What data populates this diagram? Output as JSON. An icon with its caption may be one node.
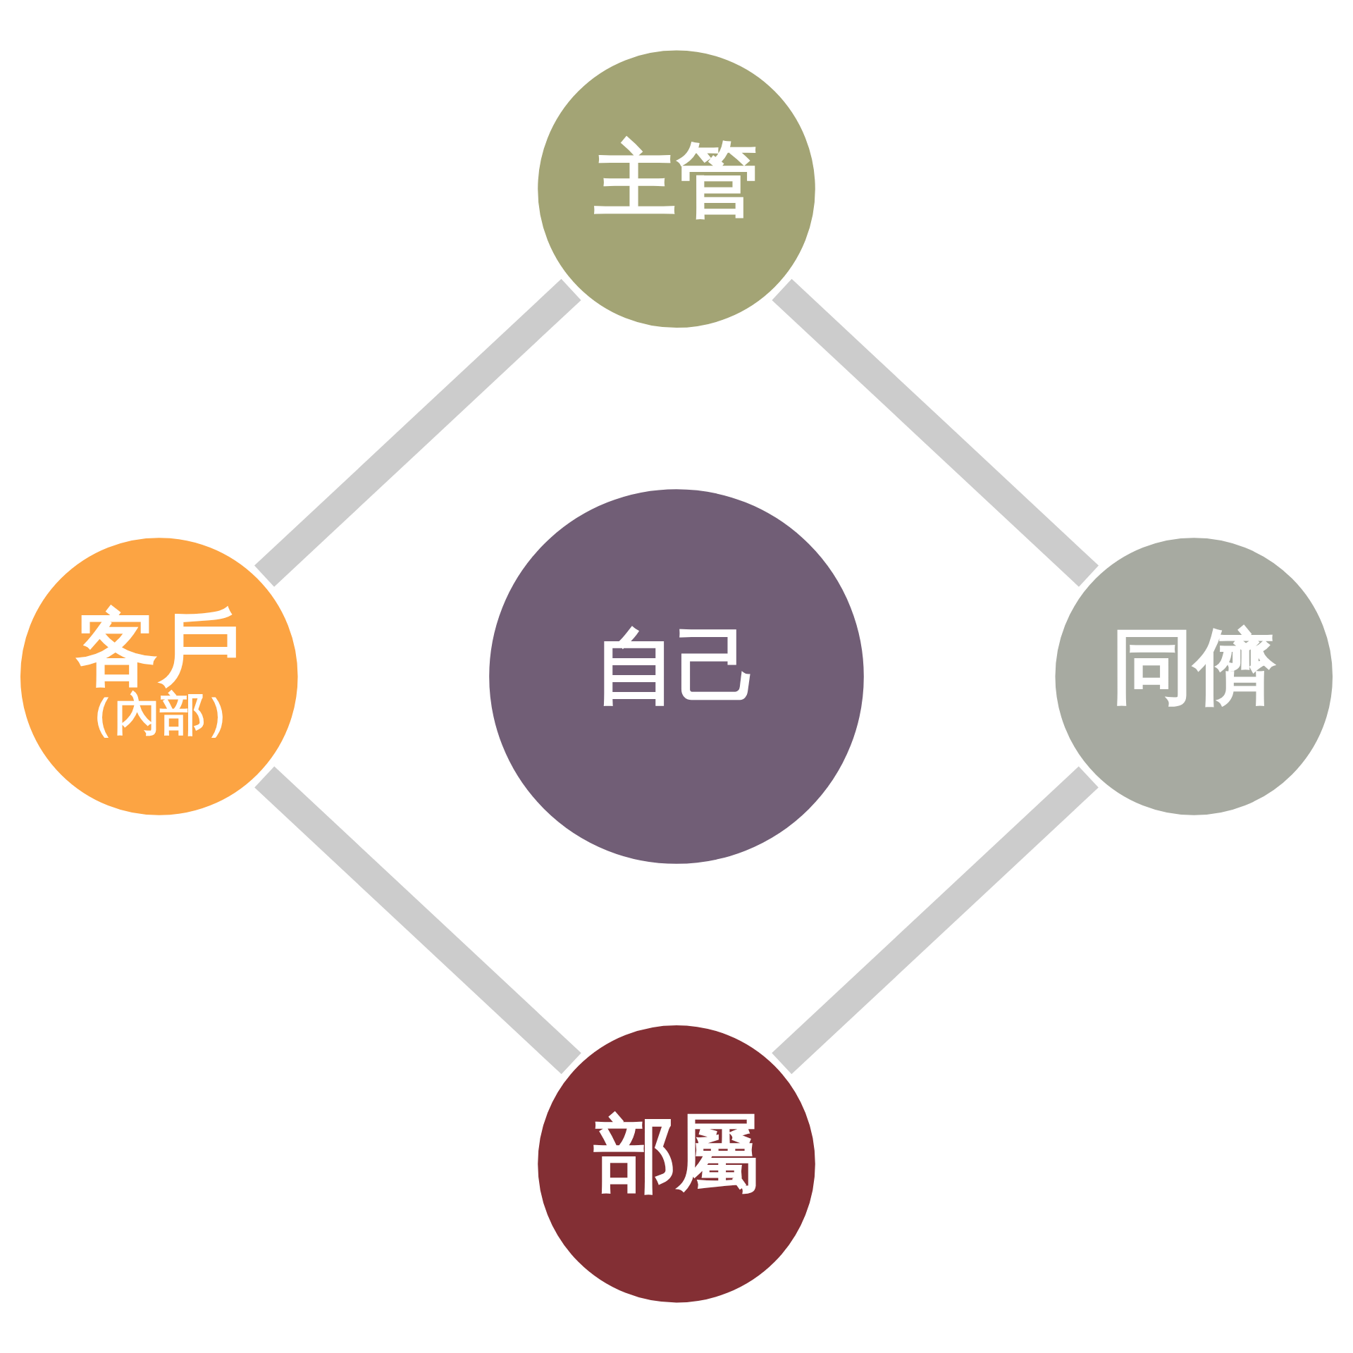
{
  "diagram": {
    "nodes": [
      {
        "text": [
          "主管"
        ]
      },
      {
        "text": [
          "客戶",
          "（內部）"
        ]
      },
      {
        "text": [
          "自己"
        ]
      },
      {
        "text": [
          "同儕"
        ]
      },
      {
        "text": [
          "部屬"
        ]
      }
    ],
    "edges": [
      {
        "from": 0,
        "to": 3,
        "arrow": "none"
      },
      {
        "from": 3,
        "to": 4,
        "arrow": "none"
      },
      {
        "from": 1,
        "to": 4,
        "arrow": "none"
      },
      {
        "from": 0,
        "to": 1,
        "arrow": "none"
      }
    ]
  }
}
